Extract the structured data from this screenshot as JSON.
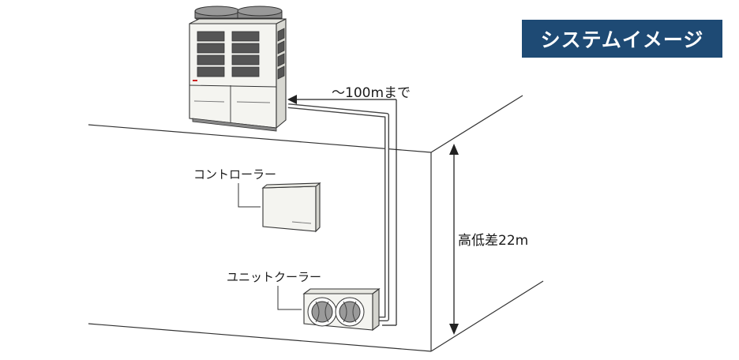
{
  "title": "システムイメージ",
  "labels": {
    "distance": "～100mまで",
    "height_difference": "高低差22m",
    "controller": "コントローラー",
    "unit_cooler": "ユニットクーラー"
  },
  "colors": {
    "title_background": "#1e4a74",
    "title_text": "#ffffff",
    "line": "#333333",
    "unit_body": "#f4f4f0",
    "unit_dark": "#555555"
  }
}
